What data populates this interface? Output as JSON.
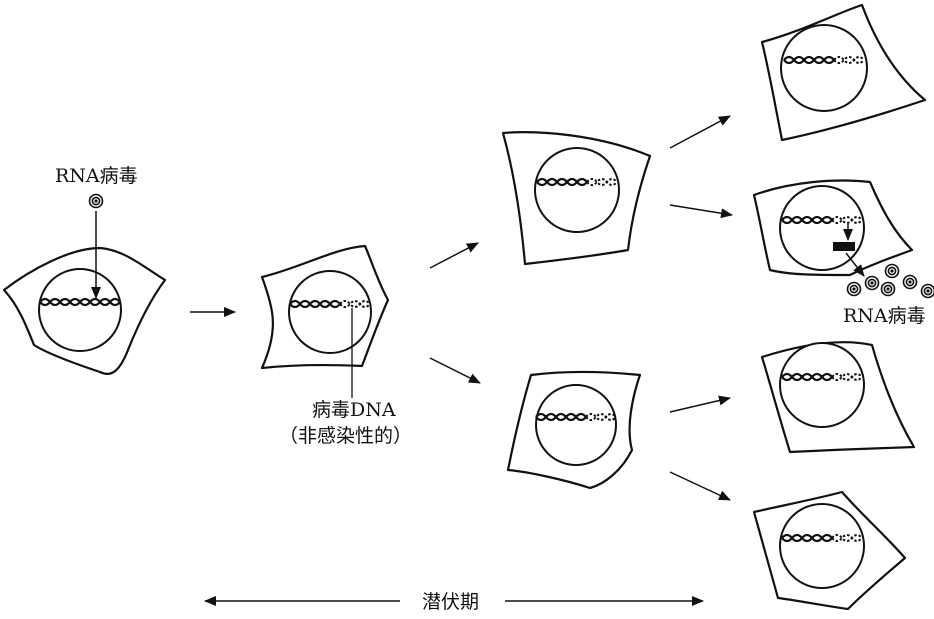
{
  "labels": {
    "virus_in": "RNA病毒",
    "viral_dna": "病毒DNA",
    "non_infectious": "（非感染性的）",
    "virus_out": "RNA病毒",
    "latency": "潜伏期"
  },
  "icons": [
    "rna-virus-particle-icon",
    "arrow-icon",
    "double-headed-arrow-icon",
    "dna-helix-icon"
  ]
}
